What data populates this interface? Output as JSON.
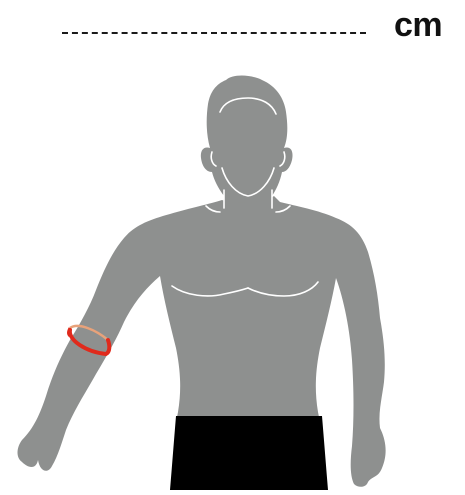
{
  "measurement": {
    "value_placeholder": "",
    "unit": "cm"
  },
  "figure": {
    "subject": "male-upper-body-silhouette",
    "measurement_location": "upper-arm",
    "colors": {
      "body": "#8e908f",
      "shorts": "#000000",
      "lines": "#ffffff",
      "tape": "#e02a1c",
      "tape_back": "#e8a27a",
      "unit_text": "#111111",
      "dashed_line": "#1a1a1a"
    }
  }
}
